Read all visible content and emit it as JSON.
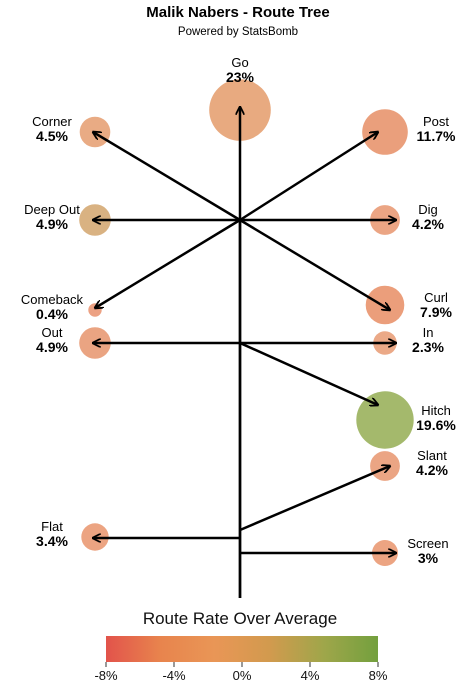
{
  "header": {
    "title": "Malik Nabers - Route Tree",
    "subtitle": "Powered by StatsBomb"
  },
  "routes": [
    {
      "id": "go",
      "name": "Go",
      "pct": "23%",
      "value": 23.0,
      "color": "#e8aa80"
    },
    {
      "id": "corner",
      "name": "Corner",
      "pct": "4.5%",
      "value": 4.5,
      "color": "#e9ab84"
    },
    {
      "id": "post",
      "name": "Post",
      "pct": "11.7%",
      "value": 11.7,
      "color": "#ea9f7c"
    },
    {
      "id": "deep-out",
      "name": "Deep Out",
      "pct": "4.9%",
      "value": 4.9,
      "color": "#d9b282"
    },
    {
      "id": "dig",
      "name": "Dig",
      "pct": "4.2%",
      "value": 4.2,
      "color": "#eba584"
    },
    {
      "id": "comeback",
      "name": "Comeback",
      "pct": "0.4%",
      "value": 0.4,
      "color": "#eca183"
    },
    {
      "id": "curl",
      "name": "Curl",
      "pct": "7.9%",
      "value": 7.9,
      "color": "#eb9e7b"
    },
    {
      "id": "out",
      "name": "Out",
      "pct": "4.9%",
      "value": 4.9,
      "color": "#eaa482"
    },
    {
      "id": "in",
      "name": "In",
      "pct": "2.3%",
      "value": 2.3,
      "color": "#eba987"
    },
    {
      "id": "hitch",
      "name": "Hitch",
      "pct": "19.6%",
      "value": 19.6,
      "color": "#a4b96c"
    },
    {
      "id": "slant",
      "name": "Slant",
      "pct": "4.2%",
      "value": 4.2,
      "color": "#eba584"
    },
    {
      "id": "flat",
      "name": "Flat",
      "pct": "3.4%",
      "value": 3.4,
      "color": "#eca482"
    },
    {
      "id": "screen",
      "name": "Screen",
      "pct": "3%",
      "value": 3.0,
      "color": "#eca482"
    }
  ],
  "colorbar": {
    "title": "Route Rate Over Average",
    "ticks": [
      "-8%",
      "-4%",
      "0%",
      "4%",
      "8%"
    ],
    "min": -8,
    "max": 8,
    "colors": [
      "#e2534b",
      "#e8844d",
      "#e99656",
      "#d29a4e",
      "#9fa64a",
      "#73a03e"
    ]
  }
}
